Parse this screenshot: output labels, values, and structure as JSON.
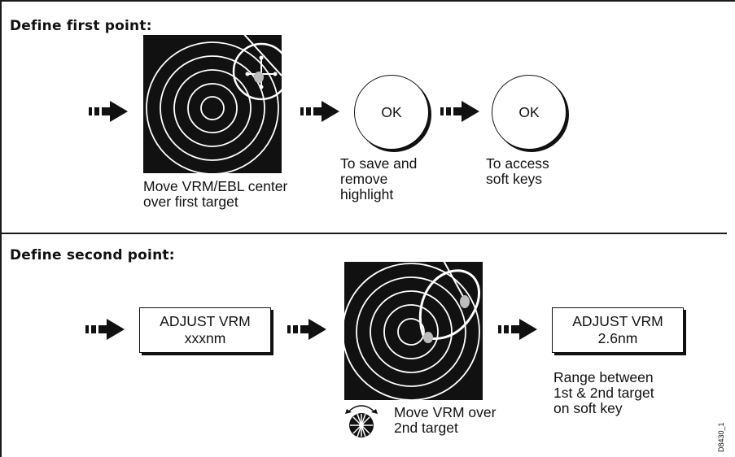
{
  "panel1": {
    "title": "Define first point:",
    "radar_caption": "Move VRM/EBL center\nover first target",
    "ok1_label": "OK",
    "ok1_caption": "To save and\nremove\nhighlight",
    "ok2_label": "OK",
    "ok2_caption": "To access\nsoft keys"
  },
  "panel2": {
    "title": "Define second point:",
    "box1_line1": "ADJUST VRM",
    "box1_line2": "xxxnm",
    "radar_caption": "Move VRM over\n2nd target",
    "box2_line1": "ADJUST VRM",
    "box2_line2": "2.6nm",
    "box2_caption": "Range between\n1st & 2nd target\non soft key"
  },
  "figure_id": "D8430_1",
  "colors": {
    "line": "#1a1a1a",
    "radar_bg": "#111111",
    "radar_ring": "#ffffff",
    "target": "#bdbdbd"
  },
  "icons": [
    "process-arrow-icon",
    "rotary-knob-icon"
  ]
}
